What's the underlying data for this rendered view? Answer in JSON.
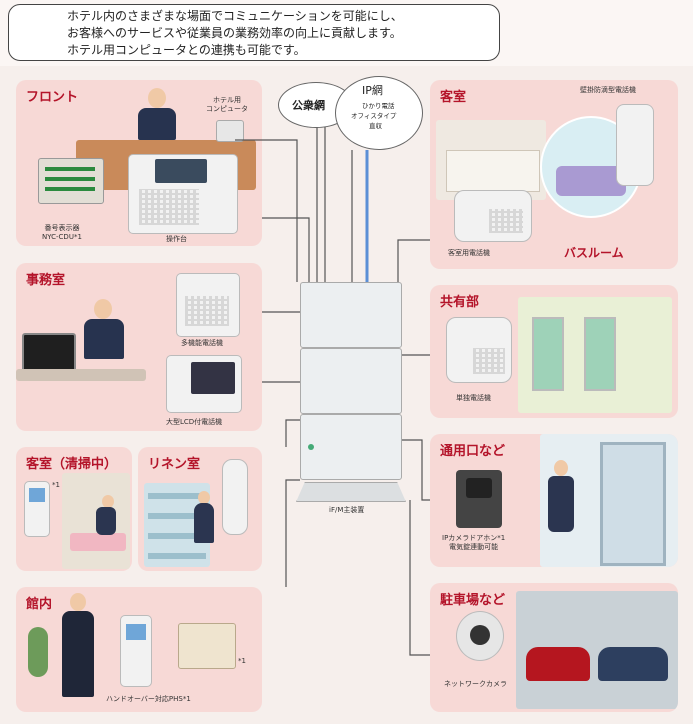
{
  "intro": {
    "line1": "ホテル内のさまざまな場面でコミュニケーションを可能にし、",
    "line2": "お客様へのサービスや従業員の業務効率の向上に貢献します。",
    "line3": "ホテル用コンピュータとの連携も可能です。"
  },
  "networks": {
    "public": "公衆網",
    "ip_title": "IP網",
    "ip_sub1": "ひかり電話",
    "ip_sub2": "オフィスタイプ",
    "ip_sub3": "直収"
  },
  "main_unit": "iF/M主装置",
  "areas": {
    "front": {
      "title": "フロント",
      "computer": "ホテル用\nコンピュータ",
      "display": "番号表示器\nNYC-CDU*1",
      "console": "操作台"
    },
    "office": {
      "title": "事務室",
      "multi_phone": "多機能電話機",
      "lcd_phone": "大型LCD付電話機"
    },
    "cleaning": {
      "title": "客室（清掃中）",
      "note": "*1"
    },
    "linen": {
      "title": "リネン室"
    },
    "inside": {
      "title": "館内",
      "phs": "ハンドオーバー対応PHS*1",
      "antenna_note": "*1"
    },
    "guest": {
      "title": "客室",
      "wall_phone": "壁掛防滴型電話機",
      "room_phone": "客室用電話機",
      "bathroom": "バスルーム"
    },
    "common": {
      "title": "共有部",
      "single_phone": "単独電話機"
    },
    "service": {
      "title": "通用口など",
      "intercom": "IPカメラドアホン*1\n電気錠連動可能"
    },
    "parking": {
      "title": "駐車場など",
      "camera": "ネットワークカメラ"
    }
  },
  "colors": {
    "panel": "#f7d9d6",
    "title": "#b4142a",
    "ip_line": "#5b8fd6",
    "pbx_line": "#555555"
  }
}
